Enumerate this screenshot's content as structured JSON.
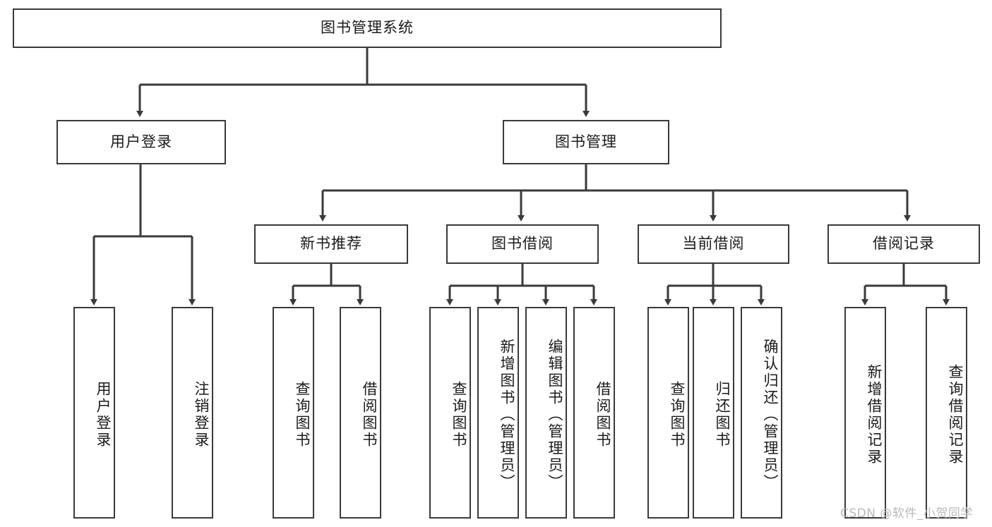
{
  "diagram": {
    "title": "图书管理系统",
    "type": "tree",
    "background_color": "#ffffff",
    "stroke_color": "#3a3a3a",
    "text_color": "#1b1b1b"
  },
  "nodes": {
    "root": {
      "label": "图书管理系统",
      "level": 1,
      "orientation": "horizontal"
    },
    "l2": [
      {
        "id": "user-login",
        "label": "用户登录",
        "level": 2,
        "orientation": "horizontal"
      },
      {
        "id": "book-manage",
        "label": "图书管理",
        "level": 2,
        "orientation": "horizontal"
      }
    ],
    "l3": [
      {
        "id": "new-book-recommend",
        "label": "新书推荐",
        "level": 3,
        "orientation": "horizontal"
      },
      {
        "id": "book-borrow",
        "label": "图书借阅",
        "level": 3,
        "orientation": "horizontal"
      },
      {
        "id": "current-borrow",
        "label": "当前借阅",
        "level": 3,
        "orientation": "horizontal"
      },
      {
        "id": "borrow-record",
        "label": "借阅记录",
        "level": 3,
        "orientation": "horizontal"
      }
    ],
    "leaves": {
      "user_login": [
        {
          "id": "leaf-user-login",
          "label": "用户登录"
        },
        {
          "id": "leaf-user-logout",
          "label": "注销登录"
        }
      ],
      "new_book_recommend": [
        {
          "id": "leaf-query-book-1",
          "label": "查询图书"
        },
        {
          "id": "leaf-borrow-book-1",
          "label": "借阅图书"
        }
      ],
      "book_borrow": [
        {
          "id": "leaf-query-book-2",
          "label": "查询图书"
        },
        {
          "id": "leaf-add-book",
          "label": "新增图书（管理员）"
        },
        {
          "id": "leaf-edit-book",
          "label": "编辑图书（管理员）"
        },
        {
          "id": "leaf-borrow-book-2",
          "label": "借阅图书"
        }
      ],
      "current_borrow": [
        {
          "id": "leaf-query-book-3",
          "label": "查询图书"
        },
        {
          "id": "leaf-return-book",
          "label": "归还图书"
        },
        {
          "id": "leaf-confirm-return",
          "label": "确认归还（管理员）"
        }
      ],
      "borrow_record": [
        {
          "id": "leaf-add-record",
          "label": "新增借阅记录"
        },
        {
          "id": "leaf-query-record",
          "label": "查询借阅记录"
        }
      ]
    }
  },
  "watermark": {
    "text": "CSDN @软件_小贺同学"
  }
}
